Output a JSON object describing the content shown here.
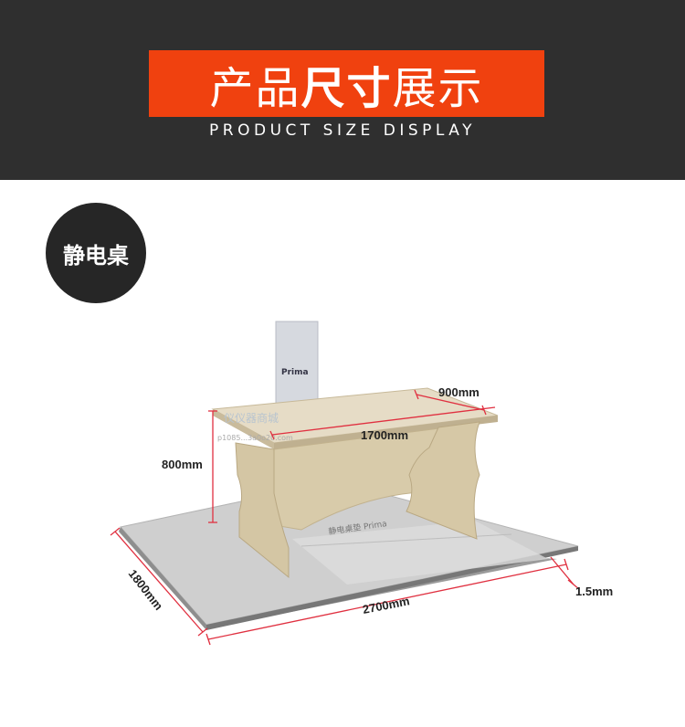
{
  "header": {
    "title_regular_1": "产品",
    "title_bold": "尺寸",
    "title_regular_2": "展示",
    "subtitle": "PRODUCT SIZE DISPLAY"
  },
  "badge": {
    "label": "静电桌"
  },
  "panel": {
    "brand": "Prima"
  },
  "mat": {
    "print": "静电桌垫 Prima"
  },
  "dimensions": {
    "table_depth": "900mm",
    "table_length": "1700mm",
    "table_height": "800mm",
    "mat_width": "1800mm",
    "mat_length": "2700mm",
    "mat_thickness": "1.5mm"
  },
  "watermark": {
    "line1": "仪仪器商城",
    "line2": "p1085...3a0o20.com"
  },
  "colors": {
    "header_bg": "#2f2f2f",
    "title_bg": "#f0410f",
    "dimension_line": "#e03040",
    "mat": "#c9c9c9",
    "wood": "#e0d6c0"
  }
}
